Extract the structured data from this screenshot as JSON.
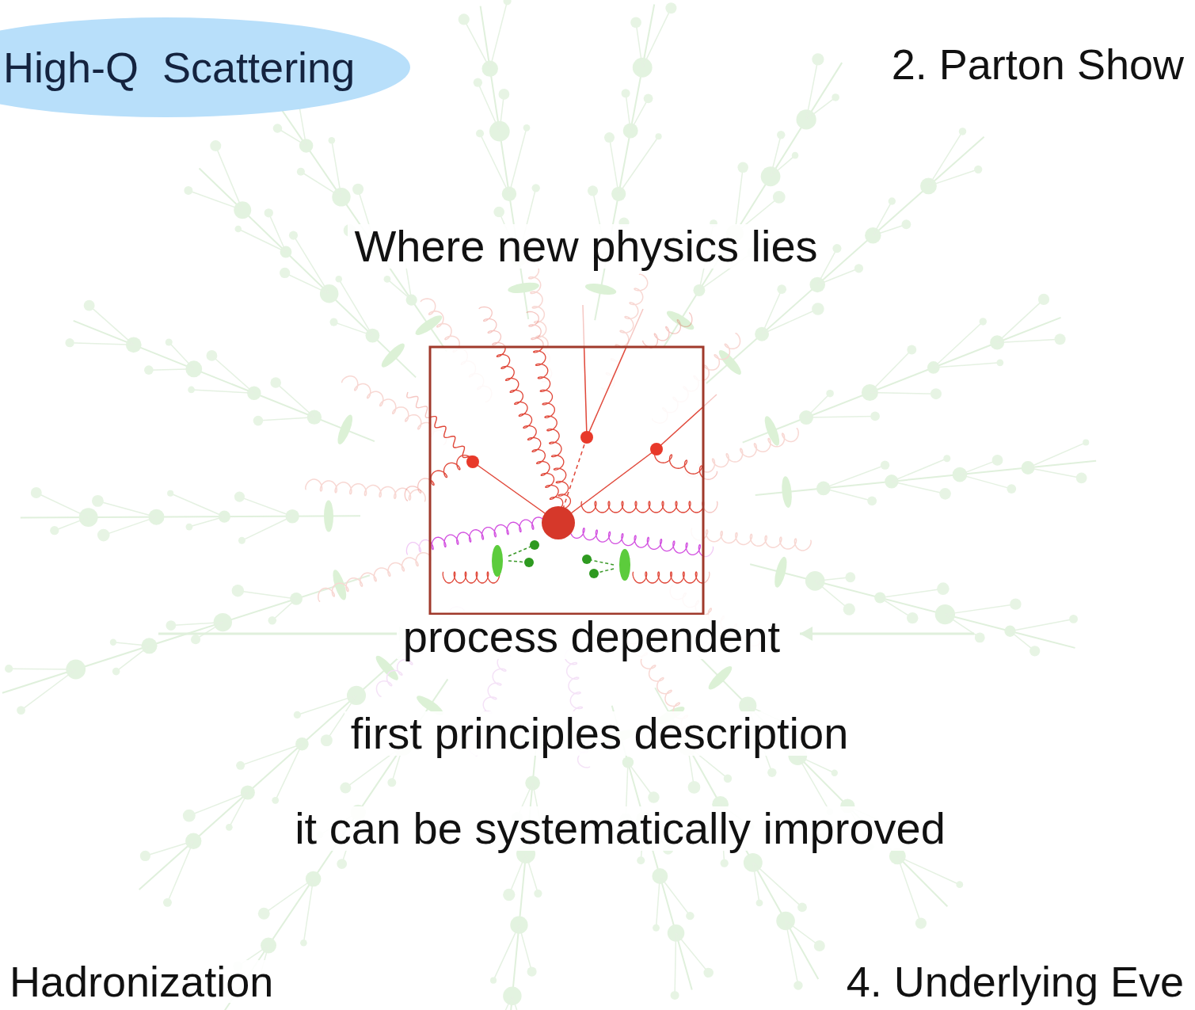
{
  "diagram": {
    "nodes": [
      {
        "text": [
          "High-Q  Scattering"
        ]
      }
    ],
    "labels": [
      "2. Parton Show",
      "Where new physics lies",
      "process dependent",
      "first principles description",
      "it can be systematically improved",
      "Hadronization",
      "4. Underlying Eve"
    ]
  }
}
